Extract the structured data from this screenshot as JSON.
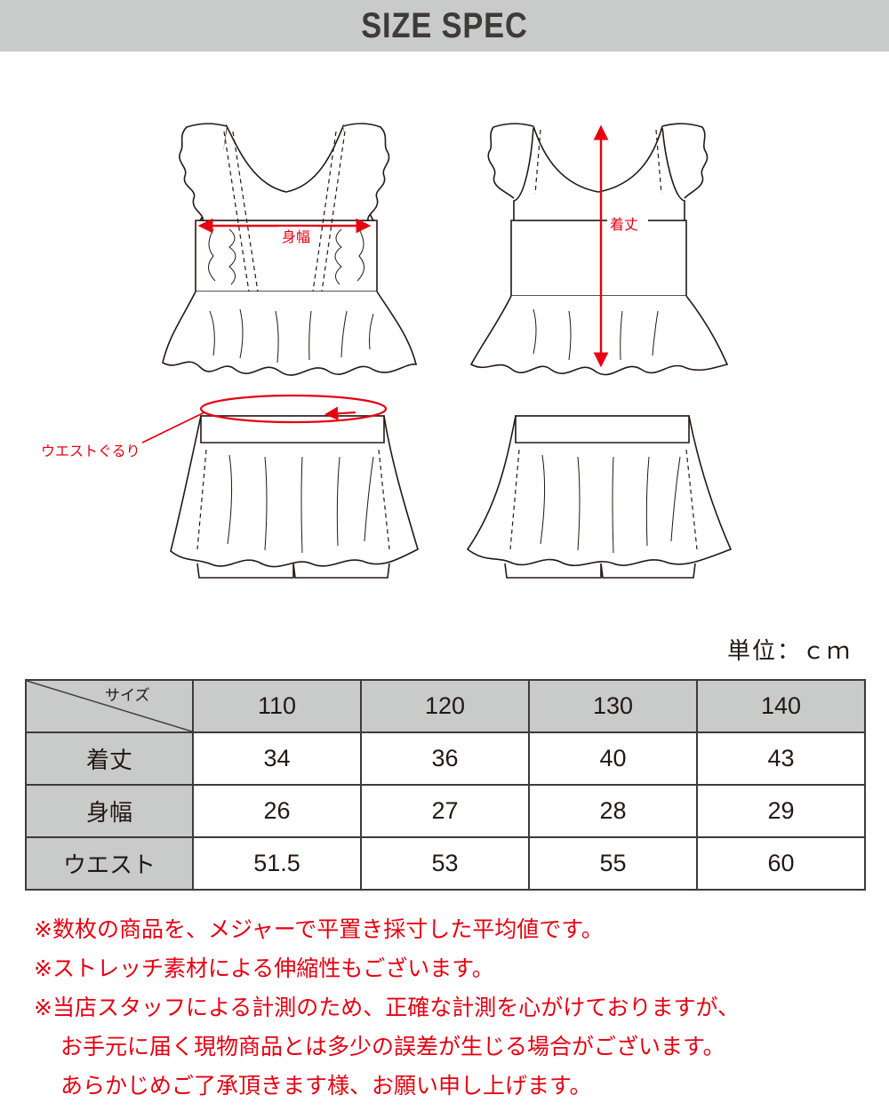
{
  "title": "SIZE SPEC",
  "diagram_labels": {
    "body_width": "身幅",
    "length": "着丈",
    "waist_circ": "ウエストぐるり"
  },
  "unit": "単位：ｃｍ",
  "table": {
    "corner": "サイズ",
    "sizes": [
      "110",
      "120",
      "130",
      "140"
    ],
    "rows": [
      {
        "label": "着丈",
        "values": [
          "34",
          "36",
          "40",
          "43"
        ]
      },
      {
        "label": "身幅",
        "values": [
          "26",
          "27",
          "28",
          "29"
        ]
      },
      {
        "label": "ウエスト",
        "values": [
          "51.5",
          "53",
          "55",
          "60"
        ]
      }
    ]
  },
  "notes": [
    "※数枚の商品を、メジャーで平置き採寸した平均値です。",
    "※ストレッチ素材による伸縮性もございます。",
    "※当店スタッフによる計測のため、正確な計測を心がけておりますが、",
    "お手元に届く現物商品とは多少の誤差が生じる場合がございます。",
    "あらかじめご了承頂きます様、お願い申し上げます。"
  ],
  "colors": {
    "accent": "#e60012",
    "header_bg": "#c9caca",
    "line": "#231815"
  }
}
